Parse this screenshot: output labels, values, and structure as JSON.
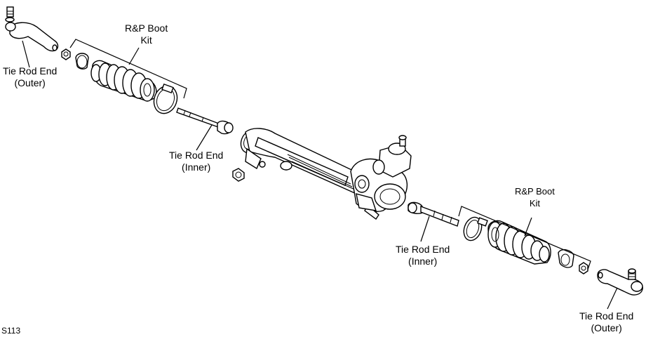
{
  "labels": {
    "tie_rod_end_outer_left": {
      "line1": "Tie Rod End",
      "line2": "(Outer)"
    },
    "boot_kit_left": {
      "line1": "R&P Boot",
      "line2": "Kit"
    },
    "tie_rod_end_inner_left": {
      "line1": "Tie Rod End",
      "line2": "(Inner)"
    },
    "boot_kit_right": {
      "line1": "R&P Boot",
      "line2": "Kit"
    },
    "tie_rod_end_inner_right": {
      "line1": "Tie Rod End",
      "line2": "(Inner)"
    },
    "tie_rod_end_outer_right": {
      "line1": "Tie Rod End",
      "line2": "(Outer)"
    }
  },
  "figure_code": "S113"
}
